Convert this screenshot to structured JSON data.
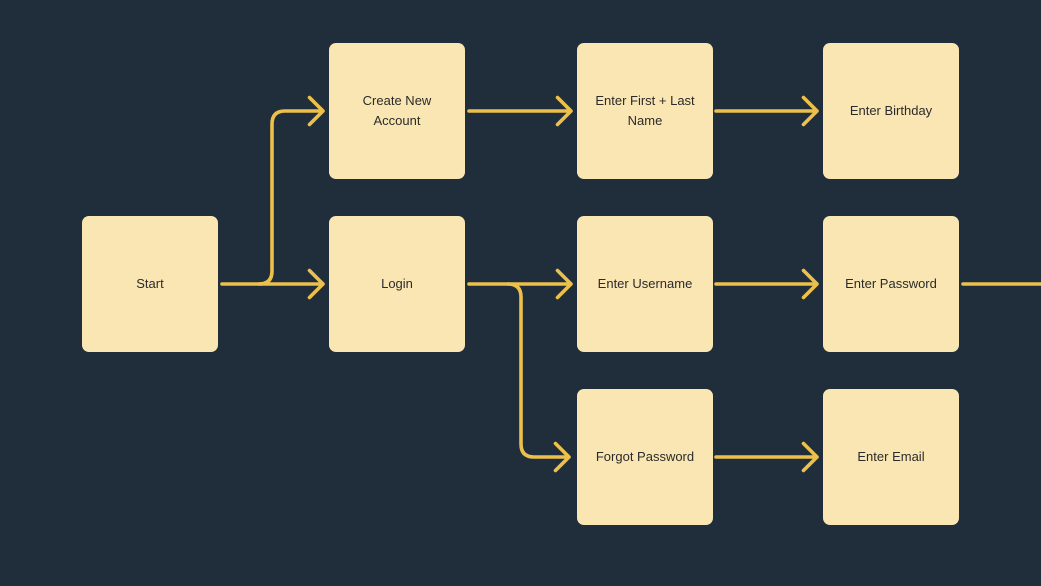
{
  "colors": {
    "background": "#202d3b",
    "node_fill": "#f9e6b3",
    "node_text": "#2b2b2b",
    "connector": "#ecc04a"
  },
  "flowchart": {
    "nodes": {
      "start": {
        "label": "Start"
      },
      "create_account": {
        "label": "Create New Account"
      },
      "login": {
        "label": "Login"
      },
      "first_last": {
        "label": "Enter First + Last Name"
      },
      "username": {
        "label": "Enter Username"
      },
      "forgot": {
        "label": "Forgot Password"
      },
      "birthday": {
        "label": "Enter Birthday"
      },
      "password": {
        "label": "Enter Password"
      },
      "email": {
        "label": "Enter Email"
      }
    },
    "edges": [
      {
        "from": "Start",
        "to": "Create New Account"
      },
      {
        "from": "Start",
        "to": "Login"
      },
      {
        "from": "Create New Account",
        "to": "Enter First + Last Name"
      },
      {
        "from": "Enter First + Last Name",
        "to": "Enter Birthday"
      },
      {
        "from": "Login",
        "to": "Enter Username"
      },
      {
        "from": "Login",
        "to": "Forgot Password"
      },
      {
        "from": "Enter Username",
        "to": "Enter Password"
      },
      {
        "from": "Enter Password",
        "to": "",
        "continues_offscreen_right": true
      },
      {
        "from": "Forgot Password",
        "to": "Enter Email"
      }
    ]
  }
}
